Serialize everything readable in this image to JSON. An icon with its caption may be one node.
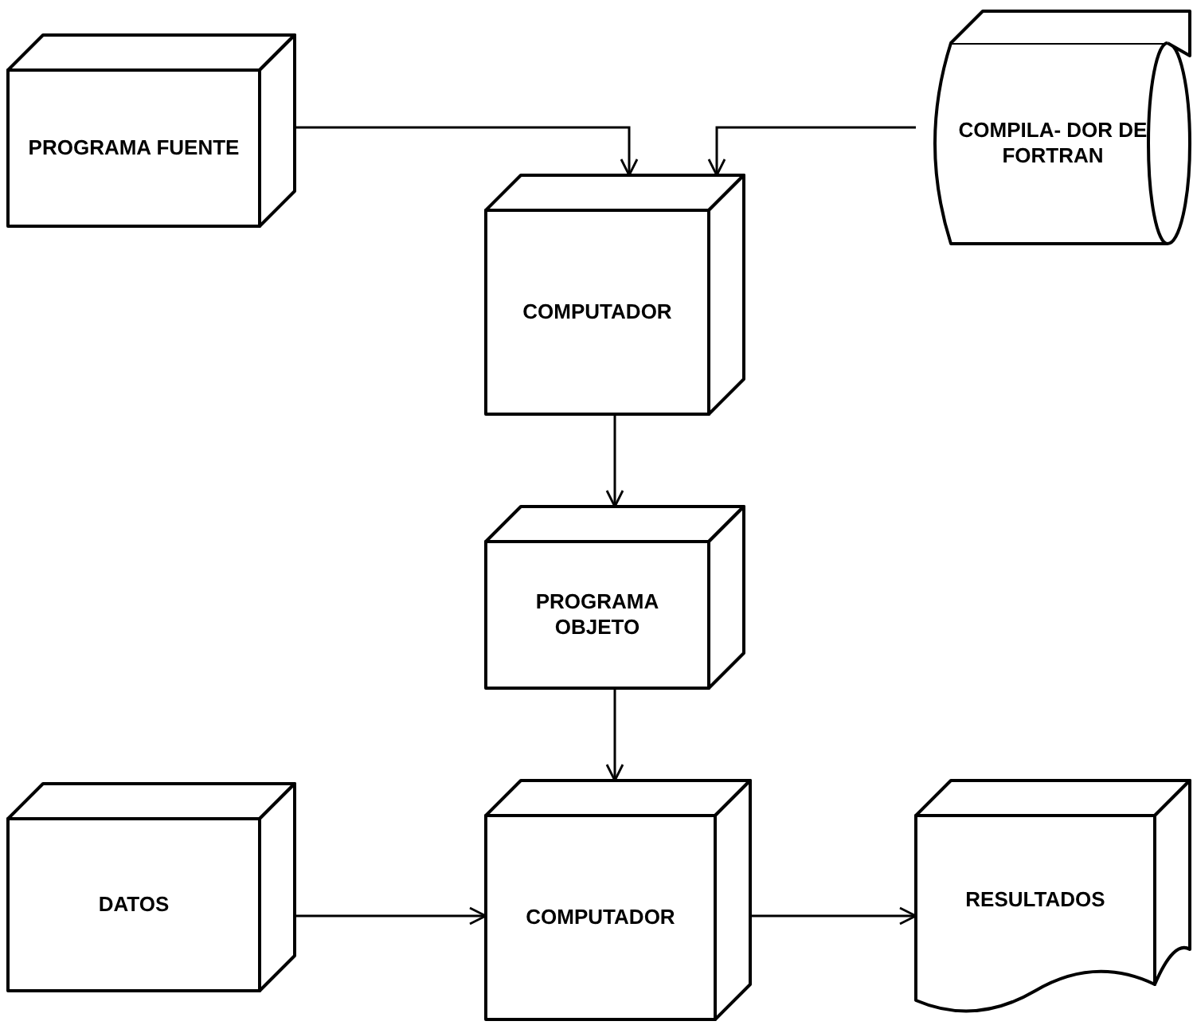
{
  "diagram": {
    "nodes": [
      {
        "text": [
          "PROGRAMA FUENTE"
        ]
      },
      {
        "text": [
          "COMPILA- DOR DE FORTRAN"
        ]
      },
      {
        "text": [
          "COMPUTADOR"
        ]
      },
      {
        "text": [
          "PROGRAMA OBJETO"
        ]
      },
      {
        "text": [
          "DATOS"
        ]
      },
      {
        "text": [
          "COMPUTADOR"
        ]
      },
      {
        "text": [
          "RESULTADOS"
        ]
      }
    ],
    "edges": [
      {
        "from": 0,
        "to": 2,
        "arrow": "to"
      },
      {
        "from": 1,
        "to": 2,
        "arrow": "to"
      },
      {
        "from": 2,
        "to": 3,
        "arrow": "to"
      },
      {
        "from": 3,
        "to": 5,
        "arrow": "to"
      },
      {
        "from": 4,
        "to": 5,
        "arrow": "to"
      },
      {
        "from": 5,
        "to": 6,
        "arrow": "to"
      }
    ]
  }
}
